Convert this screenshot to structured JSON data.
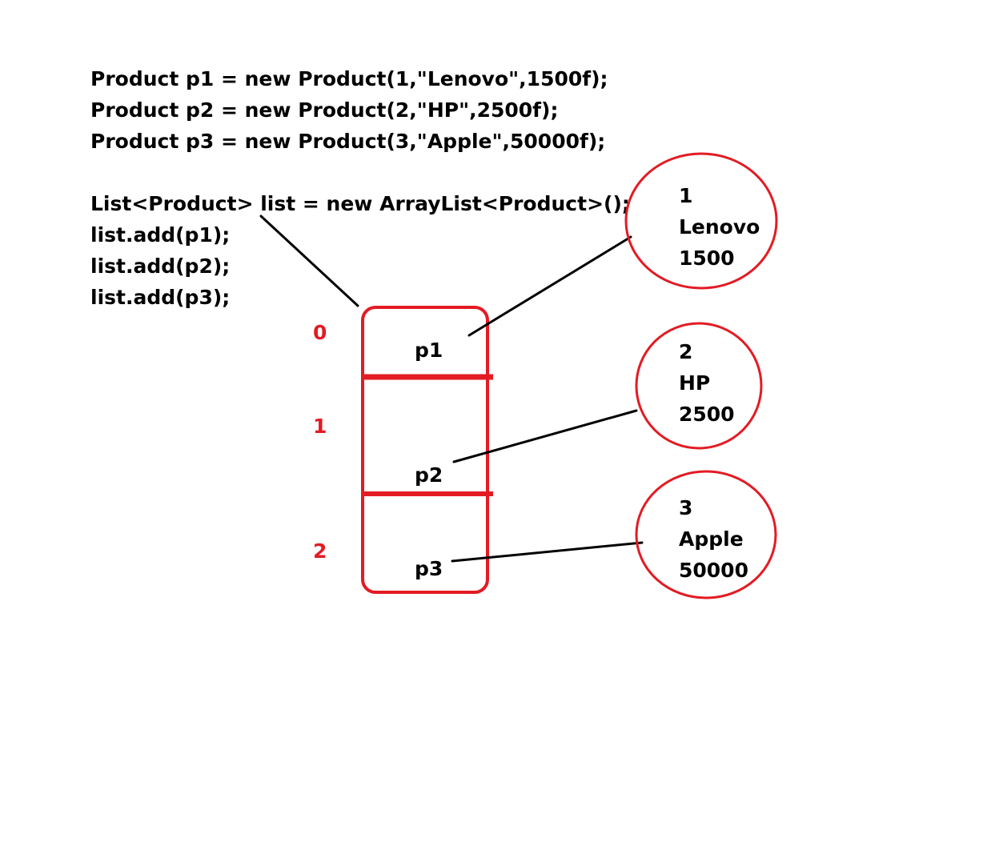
{
  "code": {
    "lines": [
      "Product p1 = new Product(1,\"Lenovo\",1500f);",
      "Product p2 = new Product(2,\"HP\",2500f);",
      "Product p3 = new Product(3,\"Apple\",50000f);",
      "List<Product> list = new ArrayList<Product>();",
      "list.add(p1);",
      "list.add(p2);",
      "list.add(p3);"
    ]
  },
  "list": {
    "indices": [
      "0",
      "1",
      "2"
    ],
    "cells": [
      "p1",
      "p2",
      "p3"
    ]
  },
  "objects": [
    {
      "id": "1",
      "name": "Lenovo",
      "price": "1500"
    },
    {
      "id": "2",
      "name": "HP",
      "price": "2500"
    },
    {
      "id": "3",
      "name": "Apple",
      "price": "50000"
    }
  ],
  "colors": {
    "accent": "#e31b23",
    "line": "#000000",
    "background": "#ffffff"
  }
}
